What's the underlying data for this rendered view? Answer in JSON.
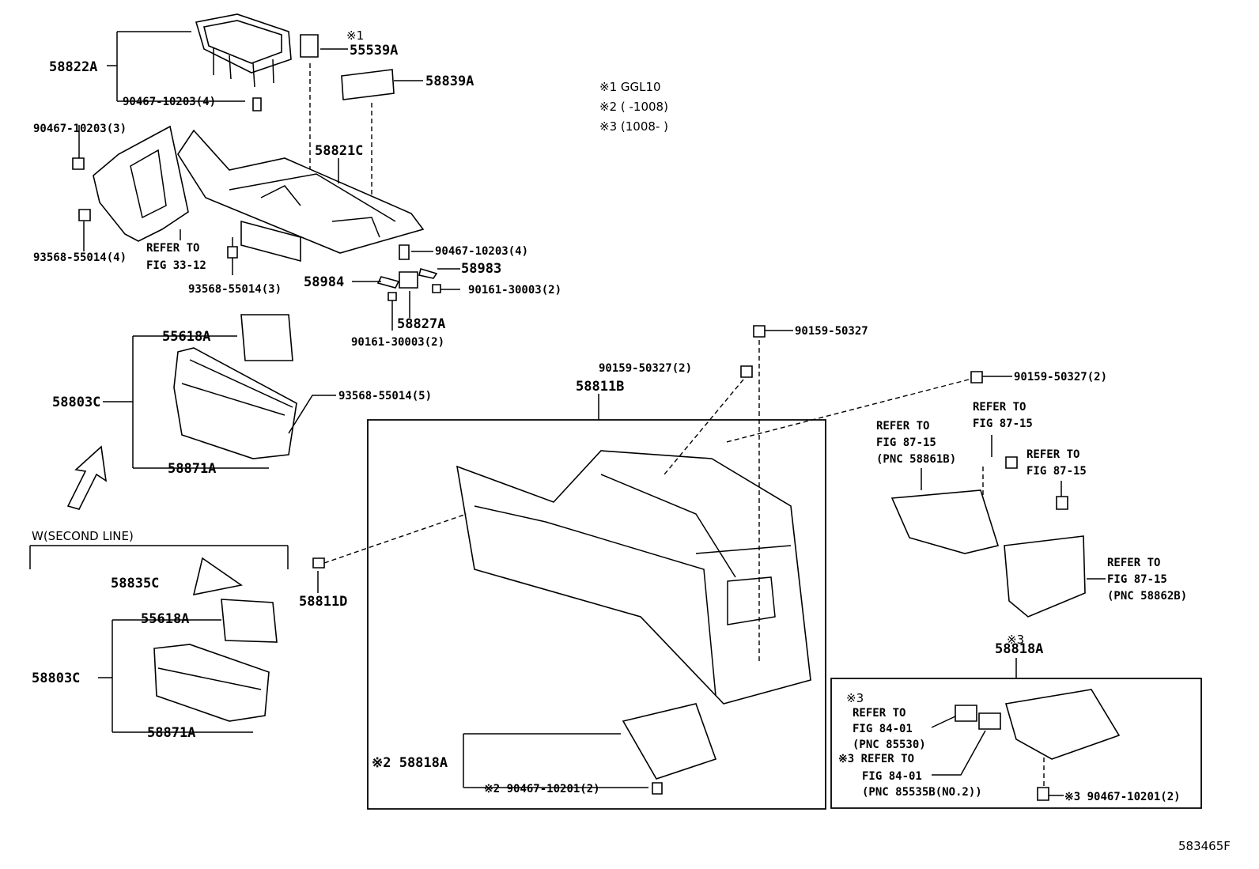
{
  "notes": {
    "n1": "※1 GGL10",
    "n2": "※2 (    -1008)",
    "n3": "※3 (1008-    )",
    "s1": "※1",
    "s3": "※3"
  },
  "second_line_title": "W(SECOND LINE)",
  "figure_id": "583465F",
  "labels": {
    "l58822A": "58822A",
    "l90467_10203_4a": "90467-10203(4)",
    "l55539A": "55539A",
    "l58839A": "58839A",
    "l90467_10203_3": "90467-10203(3)",
    "l58821C": "58821C",
    "l93568_55014_4": "93568-55014(4)",
    "refer3312a": "REFER TO",
    "refer3312b": "FIG 33-12",
    "l90467_10203_4b": "90467-10203(4)",
    "l58983": "58983",
    "l93568_55014_3": "93568-55014(3)",
    "l58984": "58984",
    "l90161_30003_2a": "90161-30003(2)",
    "l58827A": "58827A",
    "l90161_30003_2b": "90161-30003(2)",
    "l55618A_a": "55618A",
    "l58803C_a": "58803C",
    "l93568_55014_5": "93568-55014(5)",
    "l58871A_a": "58871A",
    "l90159_50327": "90159-50327",
    "l90159_50327_2a": "90159-50327(2)",
    "l58811B": "58811B",
    "l90159_50327_2b": "90159-50327(2)",
    "r1a": "REFER TO",
    "r1b": "FIG 87-15",
    "r1c": "(PNC 58861B)",
    "r2a": "REFER TO",
    "r2b": "FIG 87-15",
    "r3a": "REFER TO",
    "r3b": "FIG 87-15",
    "r4a": "REFER TO",
    "r4b": "FIG 87-15",
    "r4c": "(PNC 58862B)",
    "l58811D": "58811D",
    "l58835C": "58835C",
    "l55618A_b": "55618A",
    "l58803C_b": "58803C",
    "l58871A_b": "58871A",
    "l58818A_2": "※2 58818A",
    "l90467_10201_2a": "※2 90467-10201(2)",
    "l58818A_3": "58818A",
    "r5a": "REFER TO",
    "r5b": "FIG 84-01",
    "r5c": "(PNC 85530)",
    "r6a": "※3 REFER TO",
    "r6b": "FIG 84-01",
    "r6c": "(PNC 85535B(NO.2))",
    "l90467_10201_2b": "※3 90467-10201(2)"
  }
}
